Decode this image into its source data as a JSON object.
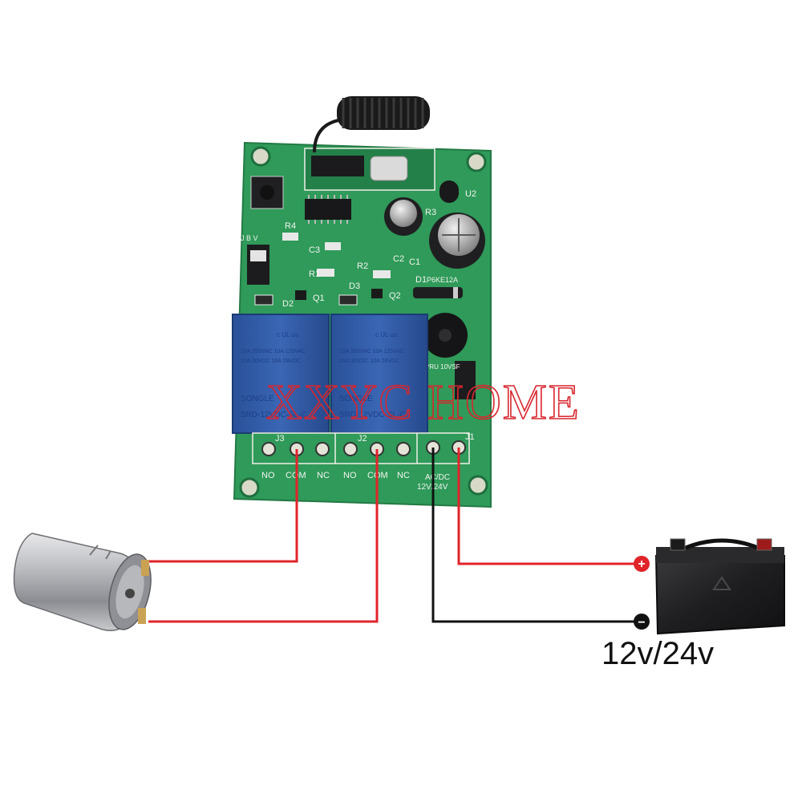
{
  "board": {
    "silkscreen": {
      "r4": "R4",
      "c3": "C3",
      "r1": "R1",
      "r2": "R2",
      "r3": "R3",
      "c1": "C1",
      "c2": "C2",
      "d1": "D1",
      "d2": "D2",
      "d3": "D3",
      "q1": "Q1",
      "q2": "Q2",
      "u2": "U2",
      "tvs": "P6KE12A",
      "j1": "J1",
      "j2": "J2",
      "j3": "J3",
      "jumper_row": "J B V",
      "regulator": "PRU 10VSF",
      "term_no1": "NO",
      "term_com1": "COM",
      "term_nc1": "NC",
      "term_no2": "NO",
      "term_com2": "COM",
      "term_nc2": "NC",
      "term_power": "AC/DC",
      "power_range": "12V/24V"
    },
    "relays": [
      {
        "brand": "SONGLE",
        "model": "SRD-12VDC-SL-C",
        "rating1": "10A 250VAC  10A 125VAC",
        "rating2": "10A 30VDC  10A 28VDC",
        "marks": "c UL us"
      },
      {
        "brand": "SONGLE",
        "model": "SRD-12VDC-SL-C",
        "rating1": "10A 250VAC  10A 125VAC",
        "rating2": "10A 30VDC  10A 28VDC",
        "marks": "c UL us"
      }
    ]
  },
  "watermark": "XXYC HOME",
  "battery": {
    "label": "12v/24v",
    "positive_symbol": "+",
    "negative_symbol": "−"
  },
  "colors": {
    "pcb": "#2f9a59",
    "relay": "#2e5aa6",
    "wire_red": "#e0242a",
    "wire_black": "#111111",
    "watermark": "#d8262e"
  }
}
